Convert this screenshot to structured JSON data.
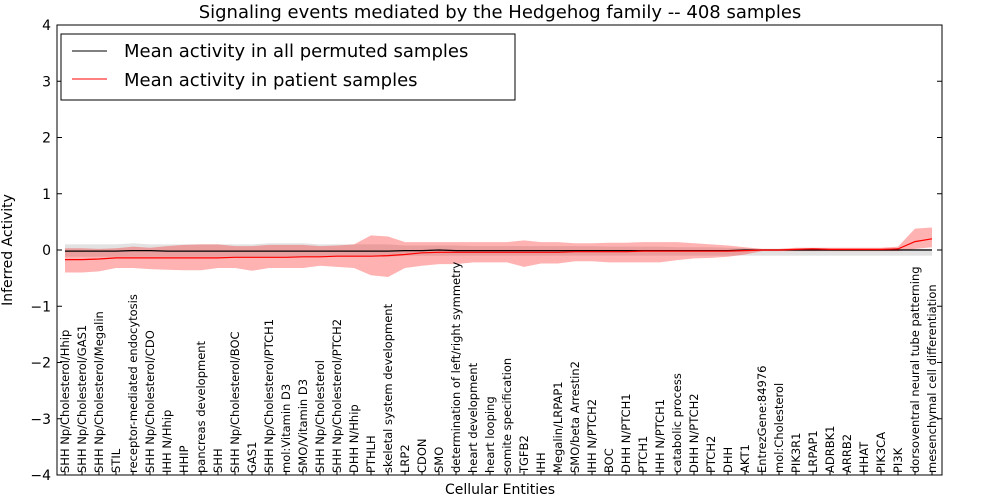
{
  "chart_data": {
    "type": "line",
    "title": "Signaling events mediated by the Hedgehog family -- 408 samples",
    "xlabel": "Cellular Entities",
    "ylabel": "Inferred Activity",
    "ylim": [
      -4,
      4
    ],
    "yticks": [
      "−4",
      "−3",
      "−2",
      "−1",
      "0",
      "1",
      "2",
      "3",
      "4"
    ],
    "ytick_values": [
      -4,
      -3,
      -2,
      -1,
      0,
      1,
      2,
      3,
      4
    ],
    "grid": false,
    "legend_position": "top-left",
    "categories": [
      "SHH Np/Cholesterol/Hhip",
      "SHH Np/Cholesterol/GAS1",
      "SHH Np/Cholesterol/Megalin",
      "STIL",
      "receptor-mediated endocytosis",
      "SHH Np/Cholesterol/CDO",
      "IHH N/Hhip",
      "HHIP",
      "pancreas development",
      "SHH",
      "SHH Np/Cholesterol/BOC",
      "GAS1",
      "SHH Np/Cholesterol/PTCH1",
      "mol:Vitamin D3",
      "SMO/Vitamin D3",
      "SHH Np/Cholesterol",
      "SHH Np/Cholesterol/PTCH2",
      "DHH N/Hhip",
      "PTHLH",
      "skeletal system development",
      "LRP2",
      "CDON",
      "SMO",
      "determination of left/right symmetry",
      "heart development",
      "heart looping",
      "somite specification",
      "TGFB2",
      "IHH",
      "Megalin/LRPAP1",
      "SMO/beta Arrestin2",
      "IHH N/PTCH2",
      "BOC",
      "DHH N/PTCH1",
      "PTCH1",
      "IHH N/PTCH1",
      "catabolic process",
      "DHH N/PTCH2",
      "PTCH2",
      "DHH",
      "AKT1",
      "EntrezGene:84976",
      "mol:Cholesterol",
      "PIK3R1",
      "LRPAP1",
      "ADRBK1",
      "ARRB2",
      "HHAT",
      "PIK3CA",
      "PI3K",
      "dorsoventral neural tube patterning",
      "mesenchymal cell differentiation"
    ],
    "series": [
      {
        "name": "Mean activity in all permuted samples",
        "color": "#000000",
        "values": [
          -0.02,
          -0.02,
          -0.02,
          -0.02,
          -0.01,
          -0.01,
          -0.02,
          -0.02,
          -0.02,
          -0.02,
          -0.02,
          -0.02,
          -0.02,
          -0.02,
          -0.02,
          -0.02,
          -0.02,
          -0.02,
          -0.02,
          -0.02,
          -0.01,
          -0.01,
          0.0,
          -0.01,
          -0.01,
          -0.01,
          -0.01,
          -0.01,
          -0.01,
          -0.01,
          -0.01,
          -0.01,
          -0.01,
          -0.01,
          -0.01,
          -0.01,
          -0.01,
          -0.01,
          -0.01,
          -0.01,
          0.0,
          0.0,
          0.0,
          0.0,
          0.0,
          0.0,
          0.0,
          0.0,
          0.0,
          0.0,
          0.0,
          0.0
        ],
        "band_upper": [
          0.1,
          0.1,
          0.1,
          0.1,
          0.12,
          0.1,
          0.1,
          0.1,
          0.1,
          0.1,
          0.1,
          0.1,
          0.12,
          0.12,
          0.12,
          0.1,
          0.1,
          0.1,
          0.1,
          0.1,
          0.08,
          0.08,
          0.08,
          0.08,
          0.07,
          0.07,
          0.07,
          0.07,
          0.07,
          0.07,
          0.07,
          0.07,
          0.06,
          0.06,
          0.06,
          0.06,
          0.05,
          0.05,
          0.05,
          0.04,
          0.03,
          0.02,
          0.02,
          0.02,
          0.02,
          0.02,
          0.02,
          0.02,
          0.02,
          0.02,
          0.02,
          0.02
        ],
        "band_lower": [
          -0.12,
          -0.12,
          -0.12,
          -0.12,
          -0.12,
          -0.12,
          -0.12,
          -0.12,
          -0.12,
          -0.12,
          -0.12,
          -0.12,
          -0.12,
          -0.12,
          -0.12,
          -0.12,
          -0.12,
          -0.12,
          -0.12,
          -0.12,
          -0.1,
          -0.1,
          -0.1,
          -0.1,
          -0.1,
          -0.1,
          -0.1,
          -0.1,
          -0.1,
          -0.1,
          -0.1,
          -0.1,
          -0.1,
          -0.1,
          -0.1,
          -0.1,
          -0.1,
          -0.1,
          -0.1,
          -0.1,
          -0.1,
          -0.1,
          -0.1,
          -0.1,
          -0.1,
          -0.1,
          -0.1,
          -0.1,
          -0.1,
          -0.1,
          -0.1,
          -0.1
        ]
      },
      {
        "name": "Mean activity in patient samples",
        "color": "#ff0000",
        "values": [
          -0.17,
          -0.17,
          -0.16,
          -0.14,
          -0.14,
          -0.14,
          -0.14,
          -0.14,
          -0.14,
          -0.14,
          -0.13,
          -0.13,
          -0.13,
          -0.13,
          -0.12,
          -0.12,
          -0.11,
          -0.11,
          -0.11,
          -0.1,
          -0.08,
          -0.05,
          -0.04,
          -0.04,
          -0.04,
          -0.04,
          -0.04,
          -0.04,
          -0.04,
          -0.04,
          -0.03,
          -0.03,
          -0.03,
          -0.03,
          -0.02,
          -0.02,
          -0.02,
          -0.02,
          -0.02,
          -0.02,
          -0.01,
          0.0,
          0.0,
          0.01,
          0.02,
          0.01,
          0.01,
          0.01,
          0.01,
          0.02,
          0.15,
          0.2
        ],
        "band_upper": [
          0.03,
          0.03,
          0.02,
          0.03,
          0.06,
          0.04,
          0.07,
          0.09,
          0.1,
          0.1,
          0.07,
          0.07,
          0.09,
          0.09,
          0.09,
          0.07,
          0.08,
          0.1,
          0.26,
          0.24,
          0.14,
          0.14,
          0.14,
          0.14,
          0.14,
          0.14,
          0.14,
          0.17,
          0.14,
          0.14,
          0.12,
          0.12,
          0.13,
          0.13,
          0.14,
          0.14,
          0.14,
          0.12,
          0.1,
          0.08,
          0.05,
          0.02,
          0.02,
          0.04,
          0.04,
          0.04,
          0.04,
          0.04,
          0.04,
          0.06,
          0.38,
          0.4
        ],
        "band_lower": [
          -0.4,
          -0.4,
          -0.38,
          -0.32,
          -0.32,
          -0.34,
          -0.35,
          -0.36,
          -0.36,
          -0.32,
          -0.32,
          -0.37,
          -0.32,
          -0.32,
          -0.32,
          -0.28,
          -0.3,
          -0.32,
          -0.45,
          -0.48,
          -0.32,
          -0.28,
          -0.25,
          -0.25,
          -0.22,
          -0.22,
          -0.22,
          -0.3,
          -0.24,
          -0.24,
          -0.2,
          -0.2,
          -0.22,
          -0.22,
          -0.22,
          -0.22,
          -0.18,
          -0.15,
          -0.14,
          -0.12,
          -0.08,
          -0.02,
          -0.02,
          -0.02,
          -0.02,
          -0.02,
          -0.02,
          -0.02,
          -0.02,
          -0.02,
          0.02,
          0.05
        ]
      }
    ]
  }
}
